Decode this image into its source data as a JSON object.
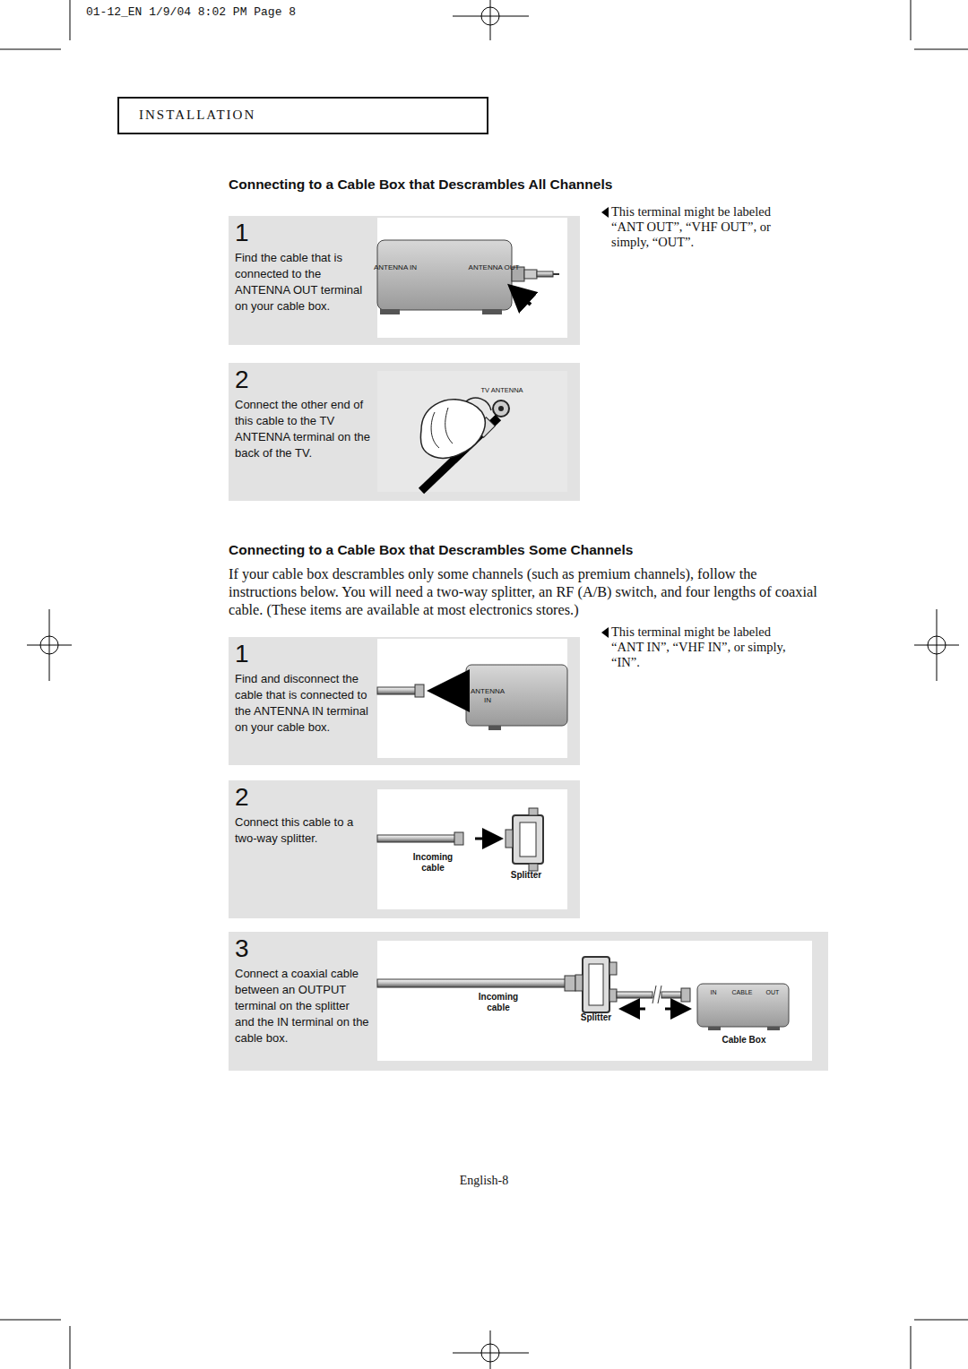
{
  "diagram": {
    "nodes": [
      {
        "text": [
          "INSTALLATION"
        ]
      },
      {
        "text": [
          "1",
          "Find the cable that is connected to the ANTENNA OUT terminal on your cable box."
        ]
      },
      {
        "text": [
          "2",
          "Connect the other end of this cable to the TV ANTENNA terminal on the back of the TV."
        ]
      },
      {
        "text": [
          "1",
          "Find and disconnect the cable that is connected to the ANTENNA IN terminal on your cable box."
        ]
      },
      {
        "text": [
          "2",
          "Connect this cable to a two-way splitter."
        ]
      },
      {
        "text": [
          "3",
          "Connect a coaxial cable between an OUTPUT terminal on the splitter and the IN terminal on the cable box."
        ]
      }
    ],
    "labels": [
      "01-12_EN 1/9/04 8:02 PM Page 8",
      "Connecting to a Cable Box that Descrambles All Channels",
      "This terminal might be labeled “ANT OUT”, “VHF OUT”, or simply, “OUT”.",
      "ANTENNA IN",
      "ANTENNA OUT",
      "TV ANTENNA",
      "Connecting to a Cable Box that Descrambles Some Channels",
      "If your cable box descrambles only some channels (such as premium channels), follow the instructions below. You will need a two-way splitter, an RF (A/B) switch, and four lengths of coaxial cable. (These items are available at most electronics stores.)",
      "This terminal might be labeled “ANT IN”, “VHF IN”, or simply, “IN”.",
      "ANTENNA IN",
      "Incoming cable",
      "Splitter",
      "Incoming cable",
      "Splitter",
      "IN",
      "CABLE",
      "OUT",
      "Cable Box",
      "English-8"
    ]
  }
}
